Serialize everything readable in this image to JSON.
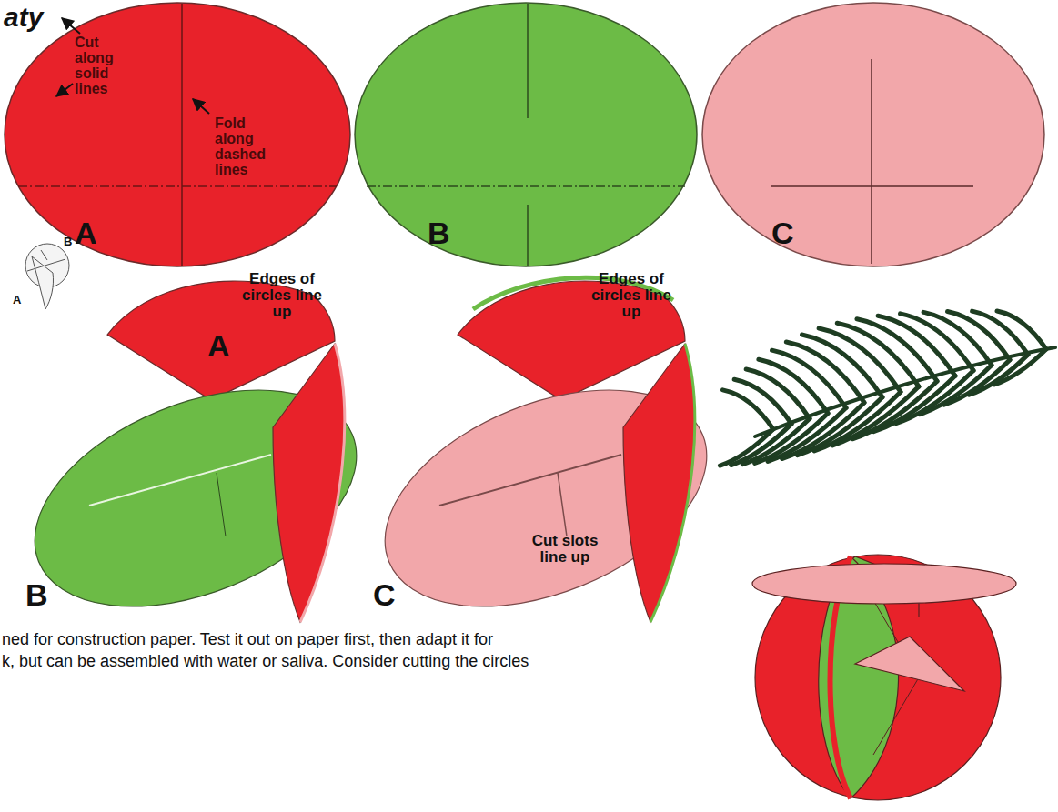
{
  "diagram": {
    "title": "aty",
    "labels": [
      "Cut along solid lines",
      "Fold along dashed lines",
      "A",
      "B",
      "C",
      "B",
      "A",
      "Edges of circles line up",
      "A",
      "B",
      "Edges of circles line up",
      "Cut slots line up",
      "C",
      "ned for construction paper. Test it out on paper first, then adapt it for",
      "k, but can be assembled with water or saliva. Consider cutting the circles"
    ]
  }
}
